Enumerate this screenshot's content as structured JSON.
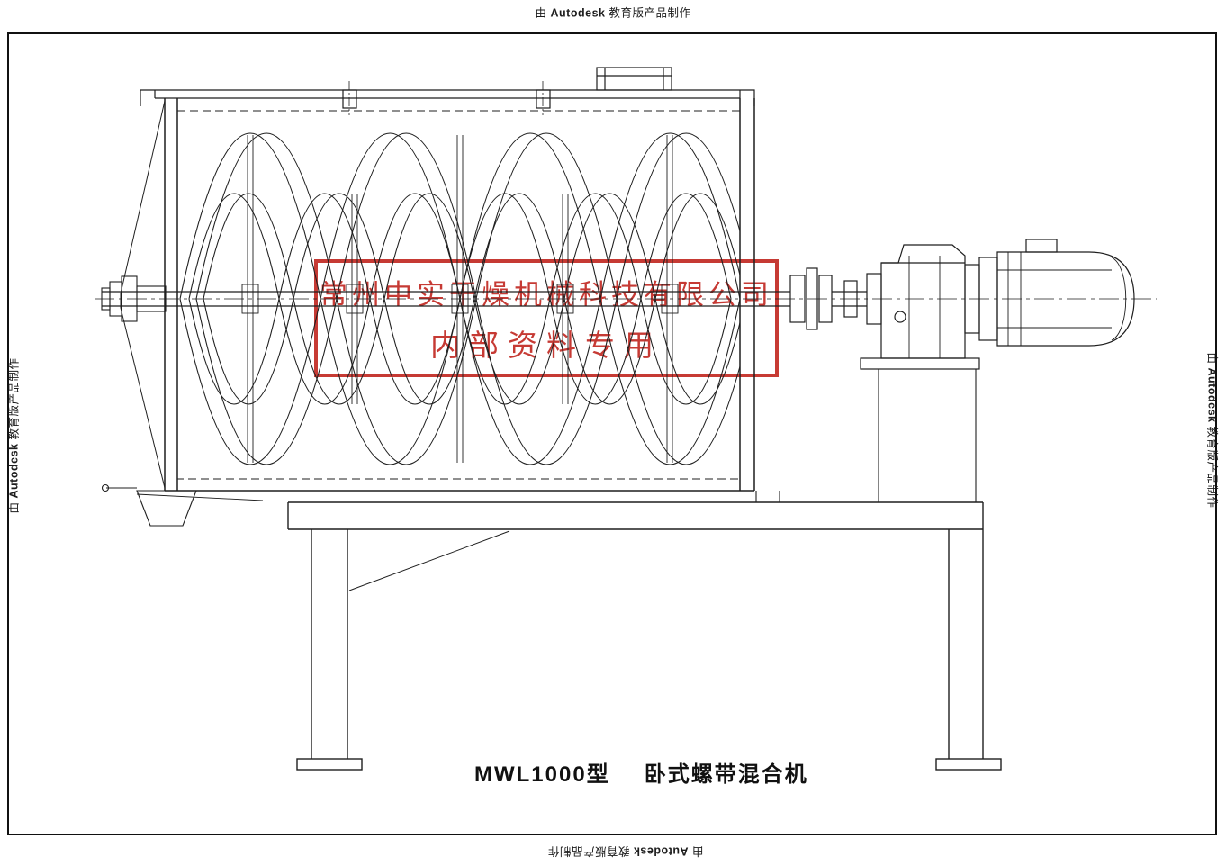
{
  "watermark": {
    "prefix": "由",
    "brand": "Autodesk",
    "suffix": "教育版产品制作"
  },
  "stamp": {
    "line1": "常州中实干燥机械科技有限公司",
    "line2": "内部资料专用",
    "color": "#c22a23"
  },
  "title": {
    "model": "MWL1000型",
    "name": "卧式螺带混合机"
  },
  "colors": {
    "line": "#1f1f1f",
    "border": "#111111",
    "stamp_red": "#c22a23",
    "background": "#ffffff"
  }
}
